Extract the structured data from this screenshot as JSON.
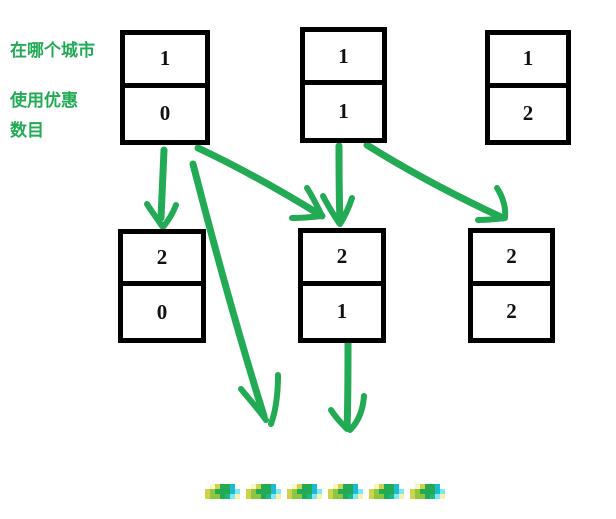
{
  "diagram": {
    "title": "dp-state-transition-diagram",
    "accent_color": "#22aa55",
    "box_border_color": "#000000",
    "text_color": "#111111",
    "background": "#ffffff",
    "labels": {
      "city": "在哪个城市",
      "use_discount": "使用优惠",
      "count": "数目"
    },
    "rows": [
      {
        "name": "top-row",
        "nodes": [
          {
            "id": "t0",
            "city": "1",
            "discount": "0"
          },
          {
            "id": "t1",
            "city": "1",
            "discount": "1"
          },
          {
            "id": "t2",
            "city": "1",
            "discount": "2"
          }
        ]
      },
      {
        "name": "bottom-row",
        "nodes": [
          {
            "id": "b0",
            "city": "2",
            "discount": "0"
          },
          {
            "id": "b1",
            "city": "2",
            "discount": "1"
          },
          {
            "id": "b2",
            "city": "2",
            "discount": "2"
          }
        ]
      }
    ],
    "edges": [
      {
        "id": "e1",
        "from": "t0",
        "to": "b0",
        "style": "straight-down"
      },
      {
        "id": "e2",
        "from": "t0",
        "to": "b1",
        "style": "diagonal-right"
      },
      {
        "id": "e3",
        "from": "t0",
        "to": "dangling-left",
        "style": "long-diagonal-down"
      },
      {
        "id": "e4",
        "from": "t1",
        "to": "b1",
        "style": "straight-down"
      },
      {
        "id": "e5",
        "from": "t1",
        "to": "b2",
        "style": "diagonal-right"
      },
      {
        "id": "e6",
        "from": "b1",
        "to": "dangling-right",
        "style": "straight-down"
      }
    ],
    "pixel_strip": {
      "name": "decorative-pixel-strip",
      "repeat_count": 6,
      "colors": [
        "#cfd24a",
        "#8dc63f",
        "#22aa55",
        "#1eb980",
        "#1bbbd4",
        "#7fe8f7",
        "#faf6c0",
        "#f7f2a8",
        "#ffffff"
      ]
    }
  }
}
